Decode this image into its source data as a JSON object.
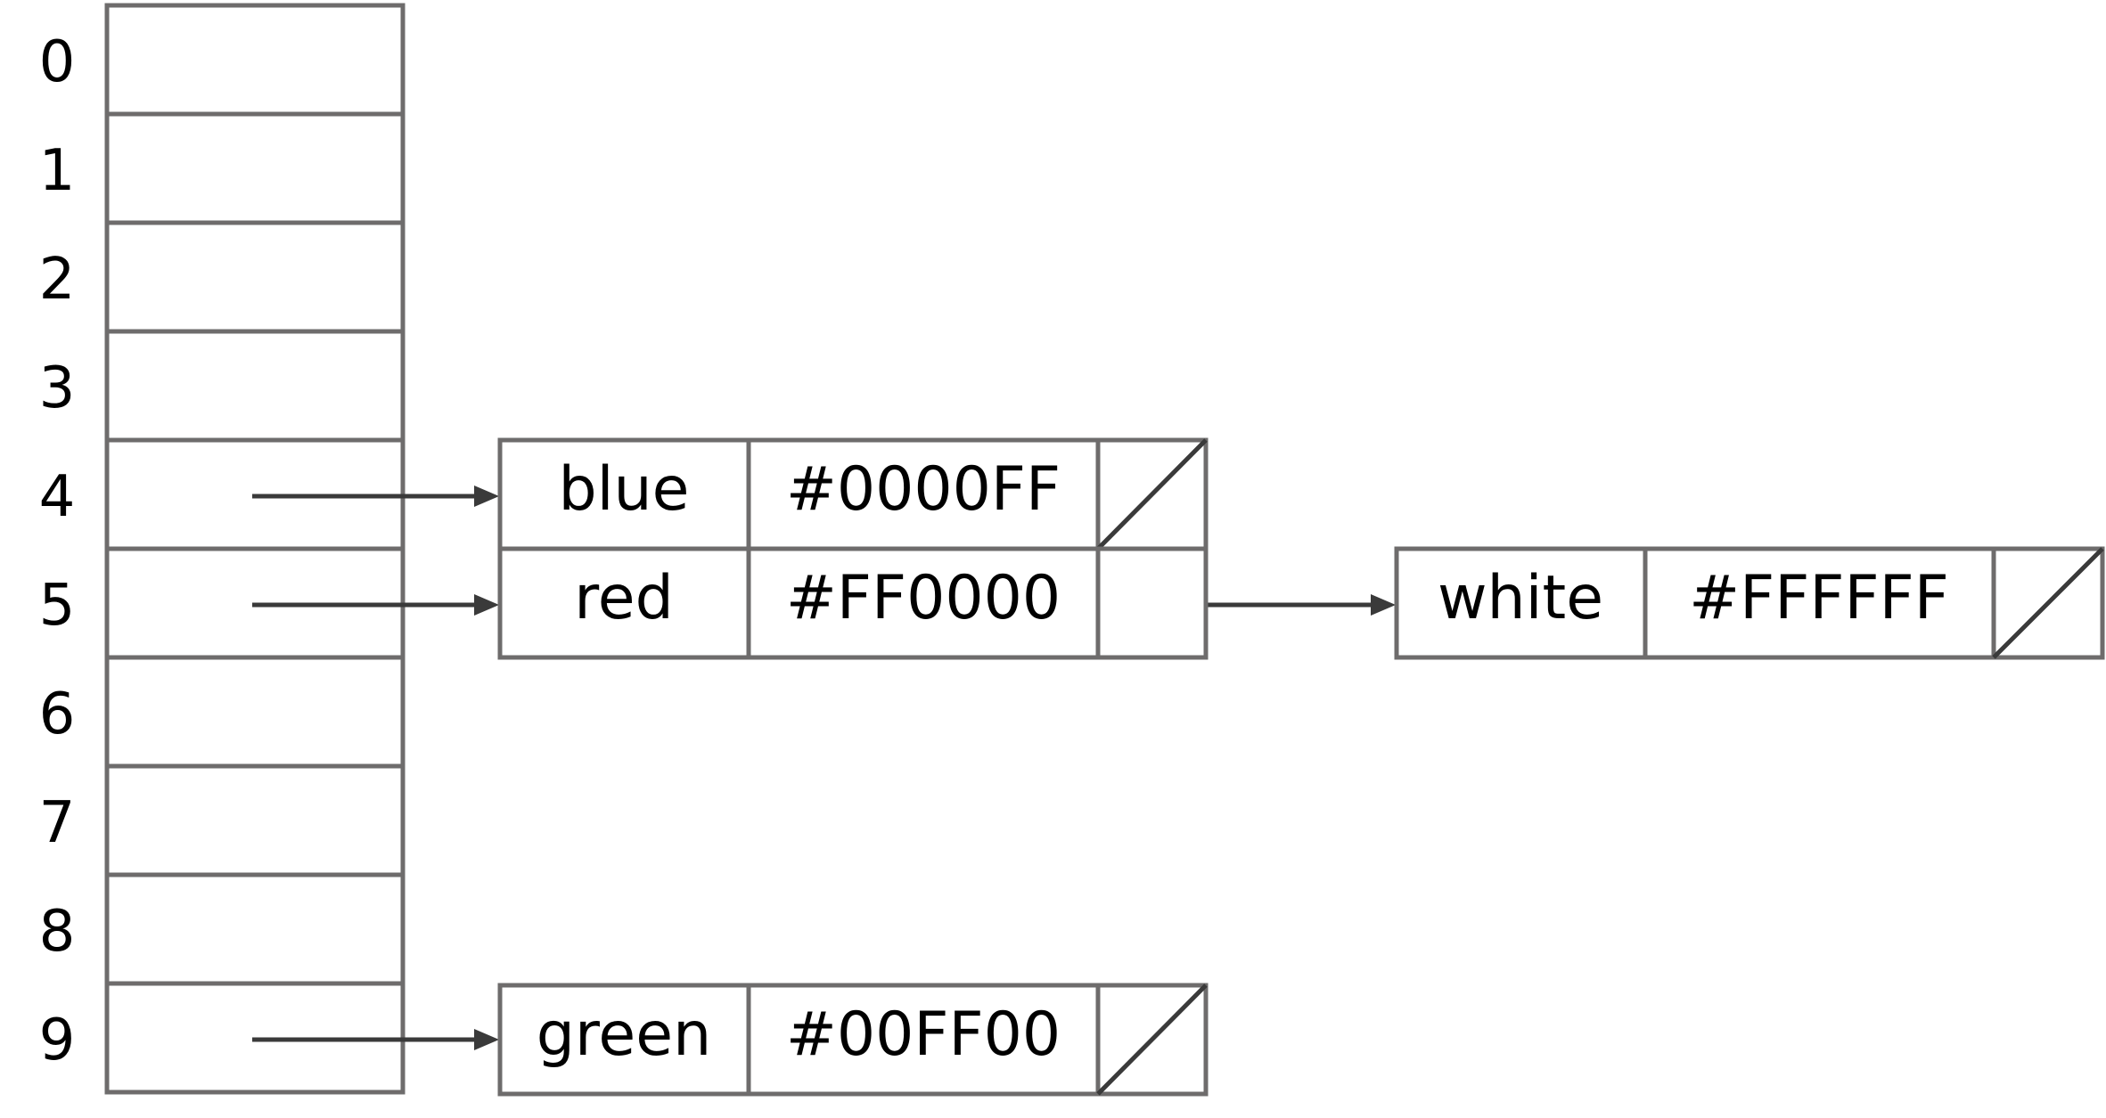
{
  "buckets": {
    "indices": [
      "0",
      "1",
      "2",
      "3",
      "4",
      "5",
      "6",
      "7",
      "8",
      "9"
    ]
  },
  "nodes": [
    {
      "key": "blue",
      "value": "#0000FF",
      "next": null,
      "bucket": 4
    },
    {
      "key": "red",
      "value": "#FF0000",
      "next": "white",
      "bucket": 5
    },
    {
      "key": "white",
      "value": "#FFFFFF",
      "next": null,
      "chained_from": "red"
    },
    {
      "key": "green",
      "value": "#00FF00",
      "next": null,
      "bucket": 9
    }
  ],
  "colors": {
    "box_stroke": "#6e6c6c",
    "arrow": "#3a3a3a",
    "text": "#000000",
    "background": "#ffffff"
  }
}
